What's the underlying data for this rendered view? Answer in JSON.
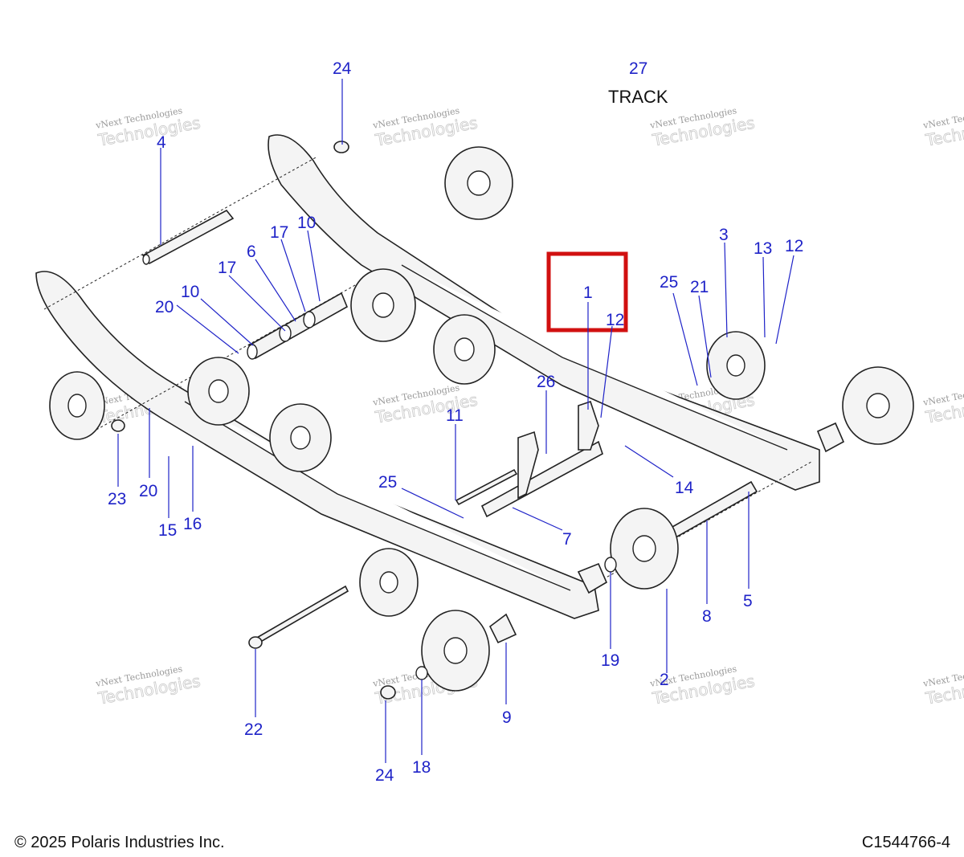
{
  "diagram": {
    "title_label": "TRACK",
    "callouts": [
      "24",
      "27",
      "4",
      "17",
      "10",
      "6",
      "17",
      "20",
      "10",
      "1",
      "12",
      "25",
      "21",
      "3",
      "13",
      "12",
      "26",
      "11",
      "14",
      "25",
      "7",
      "23",
      "20",
      "15",
      "16",
      "22",
      "9",
      "24",
      "18",
      "19",
      "2",
      "8",
      "5"
    ],
    "watermark": {
      "line1": "vNext Technologies",
      "line2": "Technologies"
    },
    "highlight_label": "1"
  },
  "footer": {
    "copyright": "© 2025 Polaris Industries Inc.",
    "code": "C1544766-4"
  },
  "colors": {
    "callout": "#1f23c8",
    "highlight": "#d11010"
  }
}
